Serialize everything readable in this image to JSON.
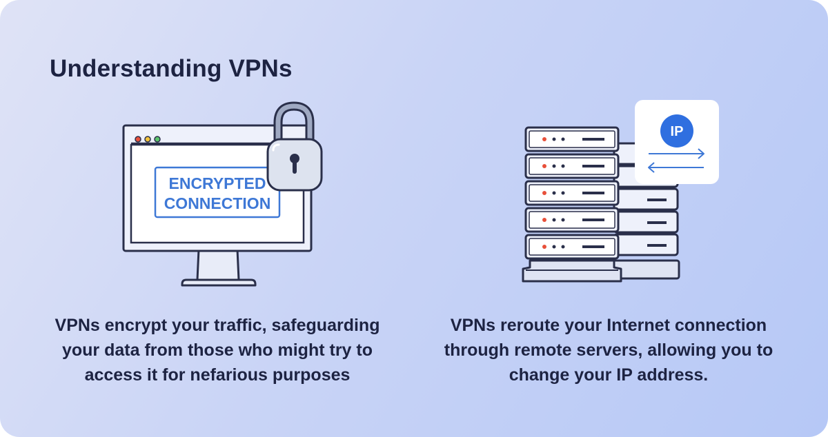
{
  "title": "Understanding VPNs",
  "left_panel": {
    "badge_line1": "ENCRYPTED",
    "badge_line2": "CONNECTION",
    "caption_lines": [
      "VPNs encrypt your traffic, safeguarding",
      "your data from those who might try to",
      "access it for nefarious purposes"
    ]
  },
  "right_panel": {
    "ip_label": "IP",
    "caption_lines": [
      "VPNs reroute your Internet connection",
      "through remote servers, allowing you to",
      "change your IP address."
    ]
  },
  "colors": {
    "accent_blue": "#2f6fe0",
    "ink": "#1d2342",
    "status_red": "#e8503a",
    "status_yellow": "#f2c23a",
    "status_green": "#5cc46b"
  },
  "icons": [
    "monitor-icon",
    "padlock-icon",
    "server-rack-icon",
    "swap-arrows-icon"
  ]
}
